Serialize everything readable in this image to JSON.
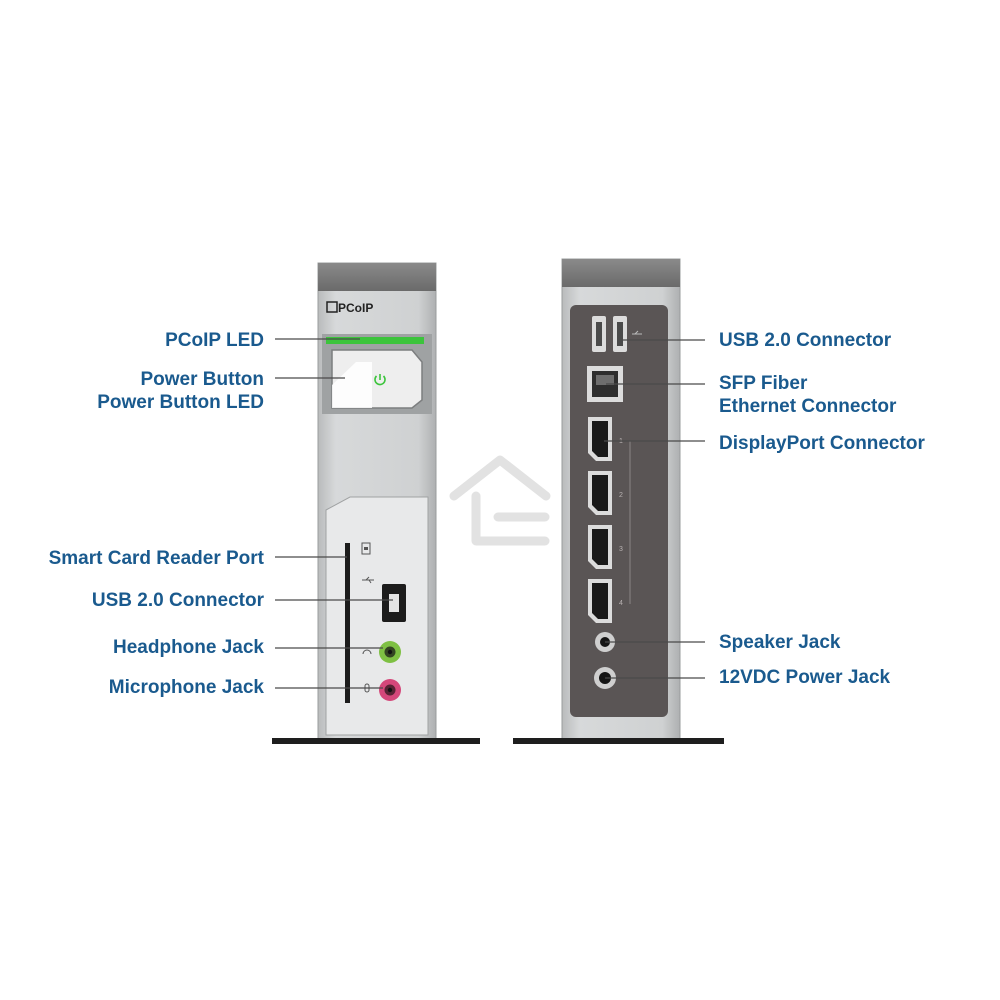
{
  "logo_text": "PCoIP",
  "front_labels": {
    "pcoip_led": "PCoIP LED",
    "power_button": "Power Button",
    "power_button_led": "Power Button LED",
    "smart_card_reader": "Smart Card Reader Port",
    "usb_connector": "USB 2.0 Connector",
    "headphone_jack": "Headphone Jack",
    "microphone_jack": "Microphone Jack"
  },
  "rear_labels": {
    "usb_connector": "USB 2.0 Connector",
    "sfp_fiber_line1": "SFP Fiber",
    "sfp_fiber_line2": "Ethernet Connector",
    "displayport_connector": "DisplayPort Connector",
    "speaker_jack": "Speaker Jack",
    "power_jack": "12VDC Power Jack"
  },
  "port_numbers": [
    "1",
    "2",
    "3",
    "4"
  ],
  "colors": {
    "label_text": "#1a5a8e",
    "chassis_top": "#7a7a7a",
    "chassis_body": "#c6c8c9",
    "rear_panel": "#5a5555",
    "led_green": "#3cc43c",
    "headphone_green": "#7ec043",
    "microphone_pink": "#d4477a",
    "base": "#1e1e1e"
  }
}
